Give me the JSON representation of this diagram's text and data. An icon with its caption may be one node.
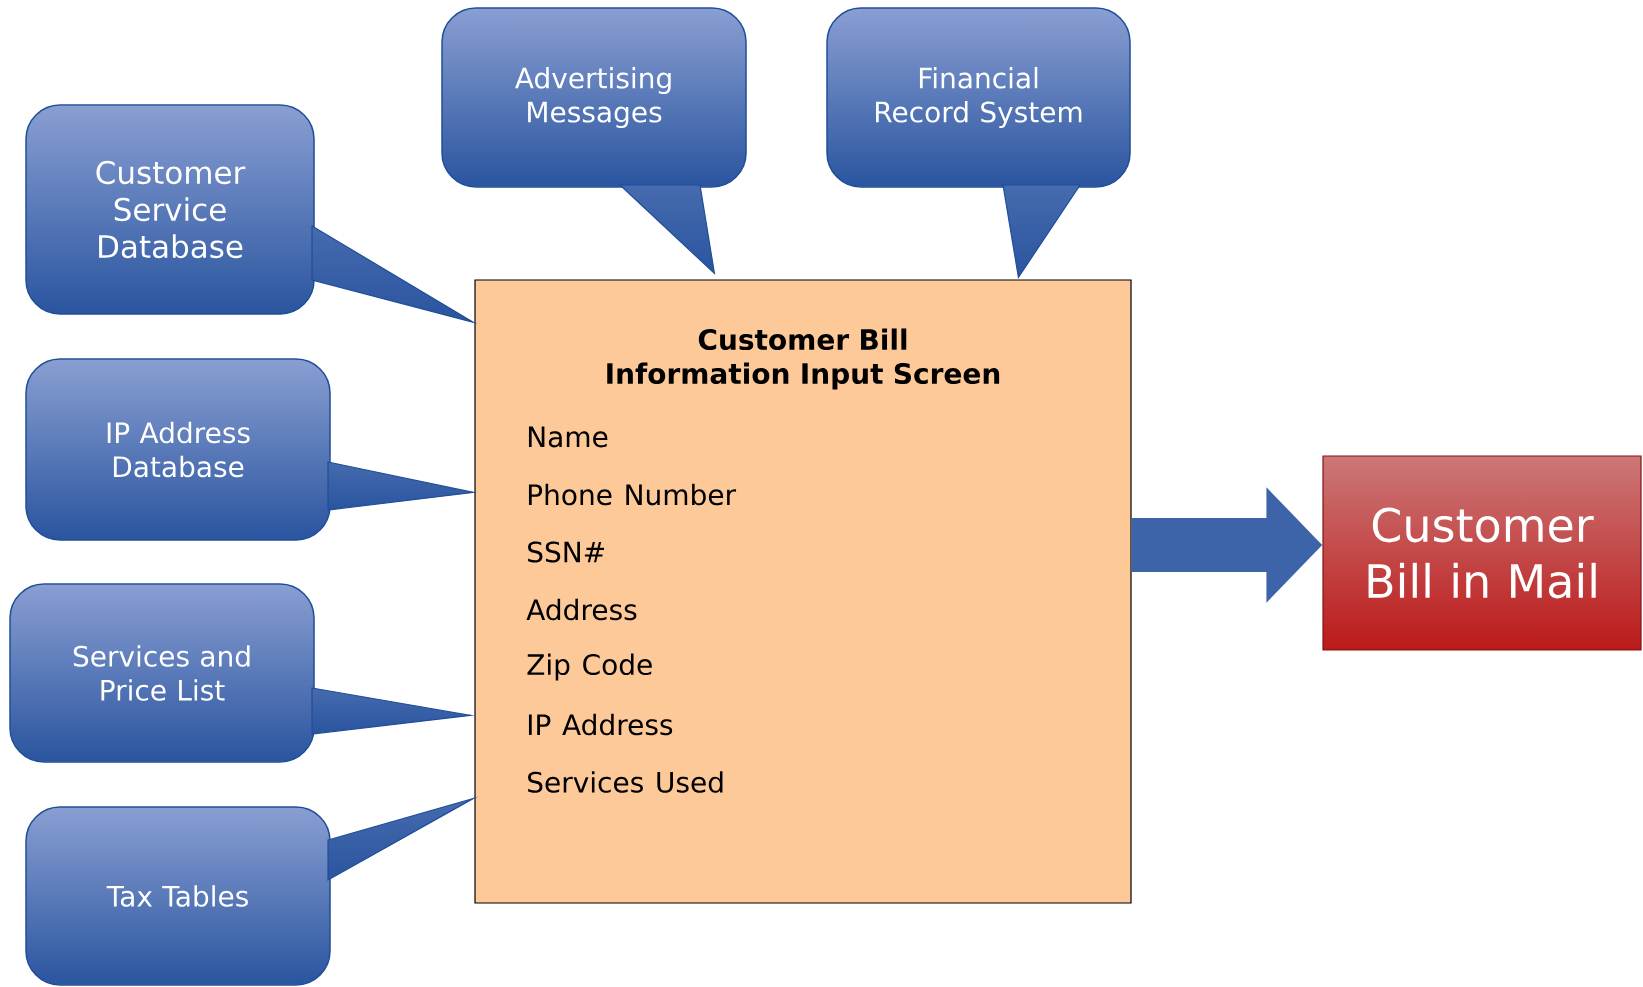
{
  "diagram": {
    "nodes": [
      {
        "text": [
          "Customer Service Database"
        ]
      },
      {
        "text": [
          "Advertising Messages"
        ]
      },
      {
        "text": [
          "Financial Record System"
        ]
      },
      {
        "text": [
          "IP Address Database"
        ]
      },
      {
        "text": [
          "Services and Price List"
        ]
      },
      {
        "text": [
          "Tax Tables"
        ]
      },
      {
        "text": [
          "Customer Bill Information Input Screen",
          "Name",
          "Phone Number",
          "SSN#",
          "Address",
          "Zip Code",
          "IP Address",
          "Services Used"
        ]
      },
      {
        "text": [
          "Customer Bill in Mail"
        ]
      }
    ],
    "edges": [
      {
        "from": 0,
        "to": 6,
        "arrow": "none"
      },
      {
        "from": 1,
        "to": 6,
        "arrow": "none"
      },
      {
        "from": 2,
        "to": 6,
        "arrow": "none"
      },
      {
        "from": 3,
        "to": 6,
        "arrow": "none"
      },
      {
        "from": 4,
        "to": 6,
        "arrow": "none"
      },
      {
        "from": 5,
        "to": 6,
        "arrow": "none"
      },
      {
        "from": 6,
        "to": 7,
        "arrow": "to"
      }
    ]
  }
}
